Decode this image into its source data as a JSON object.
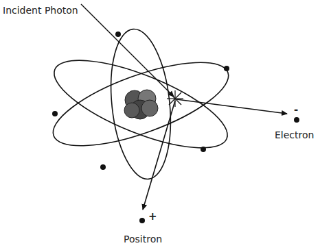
{
  "diagram": {
    "labels": [
      "Incident Photon",
      "-",
      "Electron",
      "+",
      "Positron"
    ]
  }
}
